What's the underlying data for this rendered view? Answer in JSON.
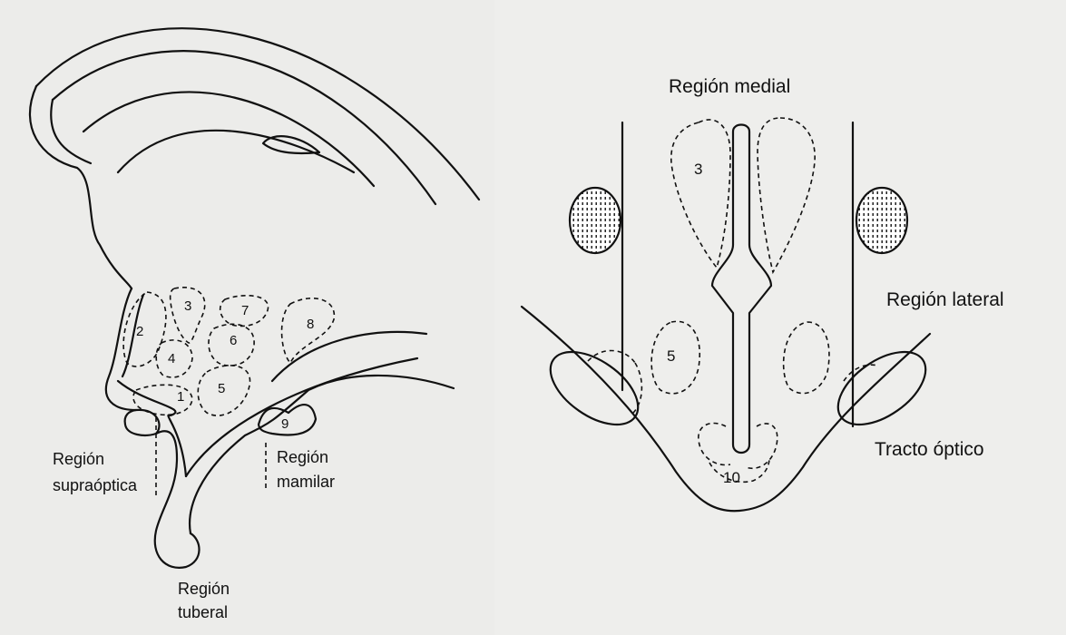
{
  "sagittal": {
    "nuclei": [
      "1",
      "2",
      "3",
      "4",
      "5",
      "6",
      "7",
      "8",
      "9"
    ],
    "labels": {
      "supraoptica_1": "Región",
      "supraoptica_2": "supraóptica",
      "mamilar_1": "Región",
      "mamilar_2": "mamilar",
      "tuberal_1": "Región",
      "tuberal_2": "tuberal"
    }
  },
  "coronal": {
    "labels": {
      "medial": "Región medial",
      "lateral": "Región lateral",
      "tracto": "Tracto óptico"
    },
    "nuclei": [
      "3",
      "5",
      "10"
    ]
  },
  "colors": {
    "ink": "#111111",
    "paper": "#eeeeec"
  }
}
